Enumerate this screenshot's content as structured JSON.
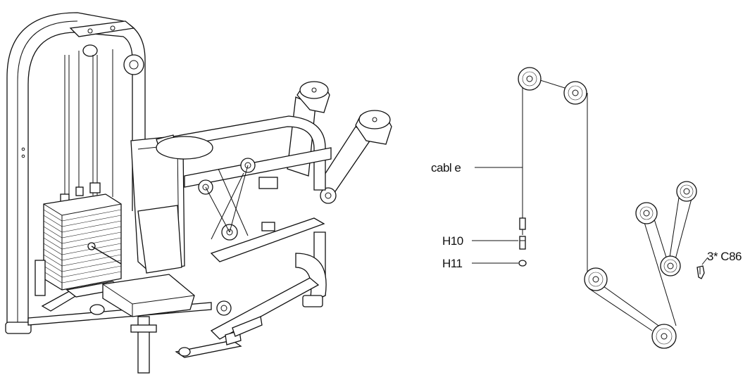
{
  "labels": {
    "cable": "cabl e",
    "h10": "H10",
    "h11": "H11",
    "clip": "3* C86"
  },
  "colors": {
    "line": "#111111",
    "background": "#ffffff"
  }
}
